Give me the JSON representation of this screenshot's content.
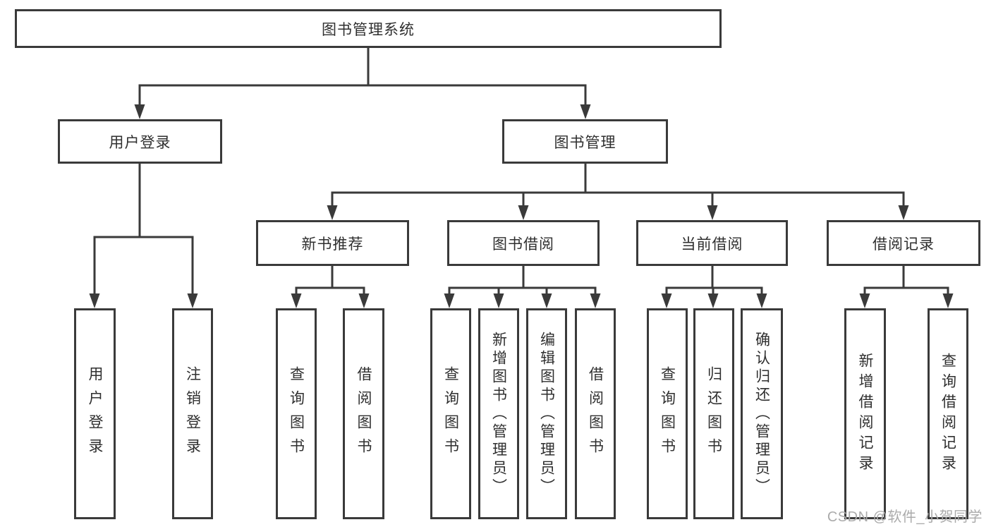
{
  "tree": {
    "label": "图书管理系统",
    "children": [
      {
        "label": "用户登录",
        "children": [
          {
            "label": "用户登录"
          },
          {
            "label": "注销登录"
          }
        ]
      },
      {
        "label": "图书管理",
        "children": [
          {
            "label": "新书推荐",
            "children": [
              {
                "label": "查询图书"
              },
              {
                "label": "借阅图书"
              }
            ]
          },
          {
            "label": "图书借阅",
            "children": [
              {
                "label": "查询图书"
              },
              {
                "label": "新增图书（管理员）"
              },
              {
                "label": "编辑图书（管理员）"
              },
              {
                "label": "借阅图书"
              }
            ]
          },
          {
            "label": "当前借阅",
            "children": [
              {
                "label": "查询图书"
              },
              {
                "label": "归还图书"
              },
              {
                "label": "确认归还（管理员）"
              }
            ]
          },
          {
            "label": "借阅记录",
            "children": [
              {
                "label": "新增借阅记录"
              },
              {
                "label": "查询借阅记录"
              }
            ]
          }
        ]
      }
    ]
  },
  "watermark": "CSDN @软件_小贺同学",
  "colors": {
    "line": "#3a3a3a",
    "box_border": "#3a3a3a",
    "box_background": "#ffffff",
    "text": "#2f2f2f",
    "watermark": "#ababab",
    "page_background": "#ffffff"
  }
}
